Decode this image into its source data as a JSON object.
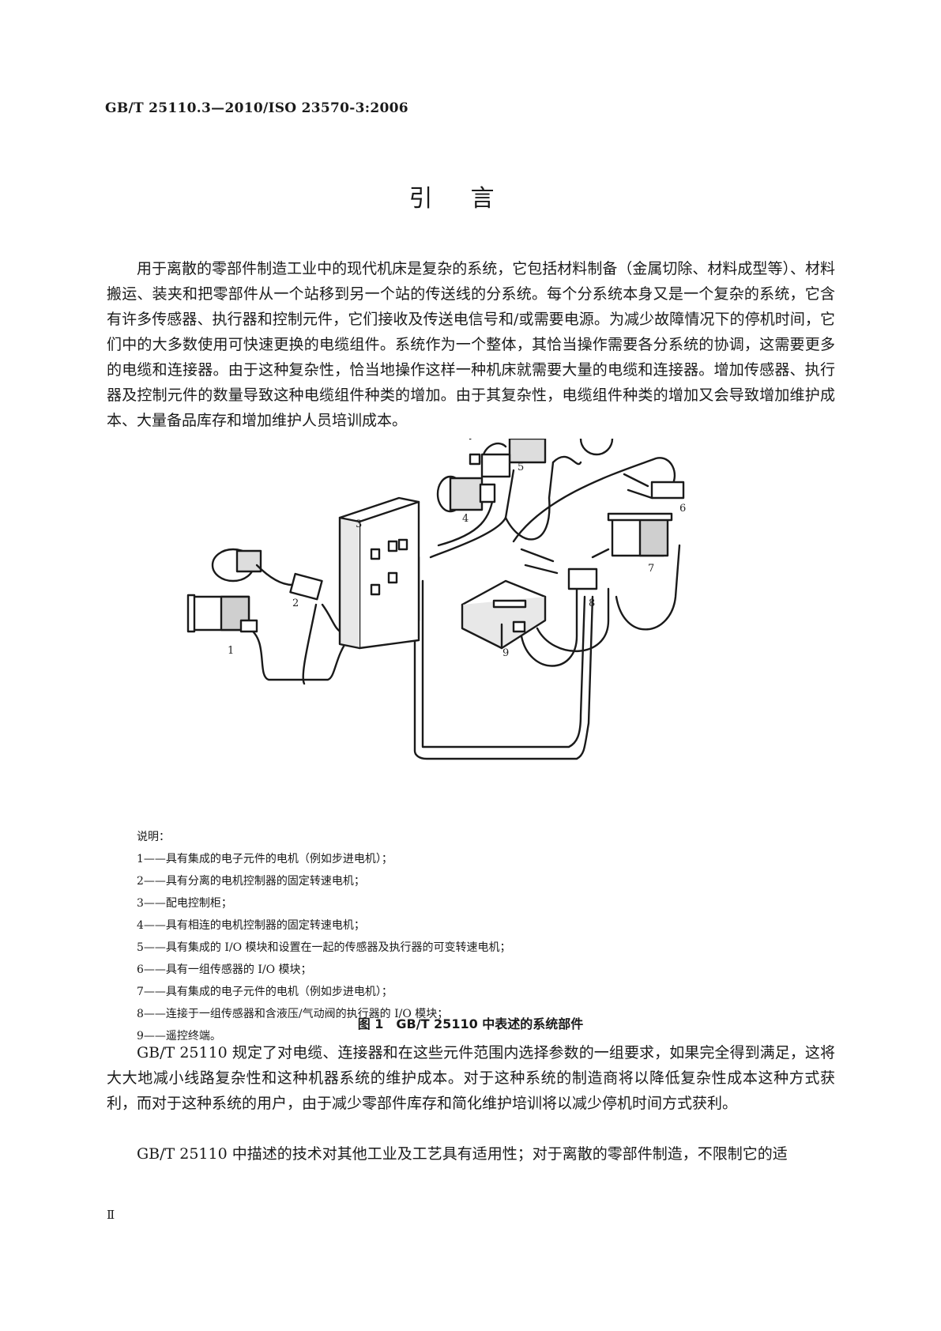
{
  "header": {
    "standard_id": "GB/T 25110.3—2010/ISO 23570-3:2006"
  },
  "title": "引言",
  "paragraphs": {
    "p1": "用于离散的零部件制造工业中的现代机床是复杂的系统，它包括材料制备（金属切除、材料成型等）、材料搬运、装夹和把零部件从一个站移到另一个站的传送线的分系统。每个分系统本身又是一个复杂的系统，它含有许多传感器、执行器和控制元件，它们接收及传送电信号和/或需要电源。为减少故障情况下的停机时间，它们中的大多数使用可快速更换的电缆组件。系统作为一个整体，其恰当操作需要各分系统的协调，这需要更多的电缆和连接器。由于这种复杂性，恰当地操作这样一种机床就需要大量的电缆和连接器。增加传感器、执行器及控制元件的数量导致这种电缆组件种类的增加。由于其复杂性，电缆组件种类的增加又会导致增加维护成本、大量备品库存和增加维护人员培训成本。",
    "p2": "GB/T 25110 规定了对电缆、连接器和在这些元件范围内选择参数的一组要求，如果完全得到满足，这将大大地减小线路复杂性和这种机器系统的维护成本。对于这种系统的制造商将以降低复杂性成本这种方式获利，而对于这种系统的用户，由于减少零部件库存和简化维护培训将以减少停机时间方式获利。",
    "p3": "GB/T 25110 中描述的技术对其他工业及工艺具有适用性；对于离散的零部件制造，不限制它的适"
  },
  "figure": {
    "labels": [
      "1",
      "2",
      "3",
      "4",
      "5",
      "6",
      "7",
      "8",
      "9"
    ],
    "caption": "图 1　GB/T 25110 中表述的系统部件"
  },
  "legend": {
    "heading": "说明：",
    "items": [
      "1——具有集成的电子元件的电机（例如步进电机）；",
      "2——具有分离的电机控制器的固定转速电机；",
      "3——配电控制柜；",
      "4——具有相连的电机控制器的固定转速电机；",
      "5——具有集成的 I/O 模块和设置在一起的传感器及执行器的可变转速电机；",
      "6——具有一组传感器的 I/O 模块；",
      "7——具有集成的电子元件的电机（例如步进电机）；",
      "8——连接于一组传感器和含液压/气动阀的执行器的 I/O 模块；",
      "9——遥控终端。"
    ]
  },
  "footer": {
    "page_number": "Ⅱ"
  }
}
